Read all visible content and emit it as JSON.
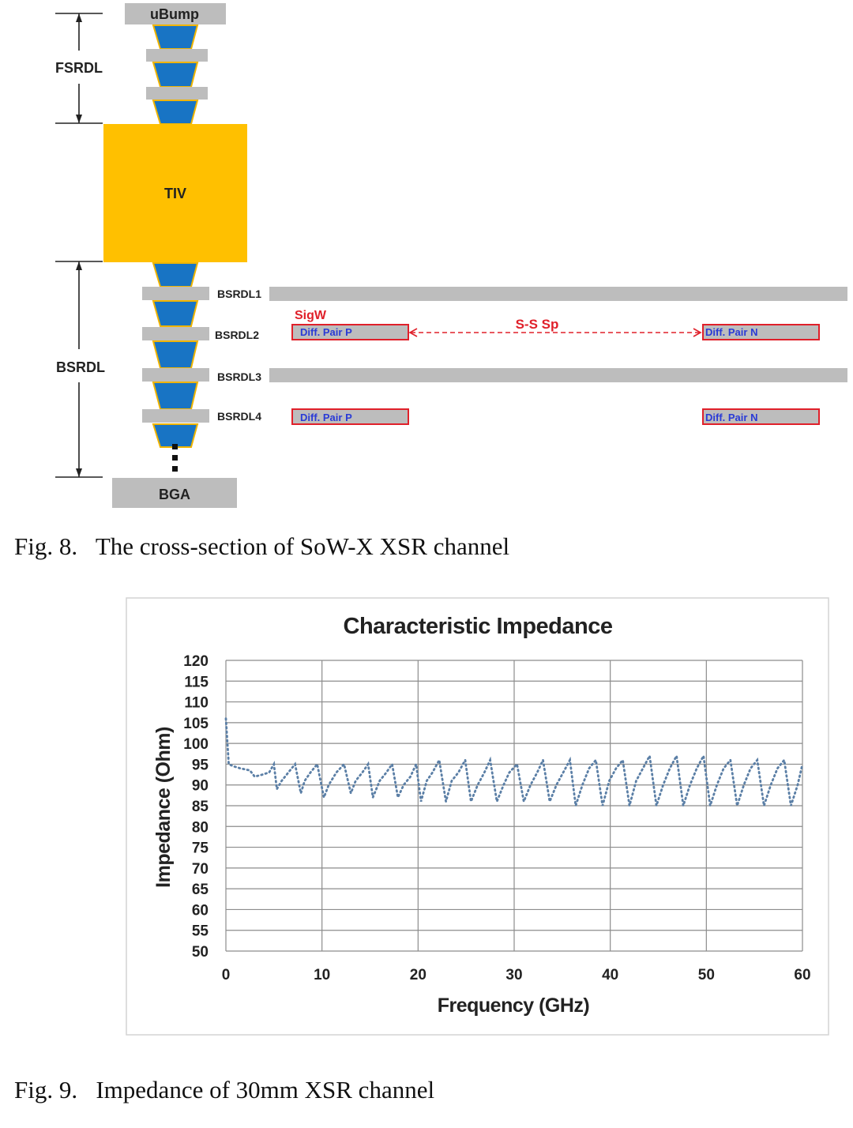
{
  "figure8": {
    "caption_num": "Fig. 8.",
    "caption_text": "The cross-section of SoW-X XSR channel",
    "labels": {
      "ubump": "uBump",
      "fsrdl": "FSRDL",
      "tiv": "TIV",
      "bsrdl": "BSRDL",
      "bga": "BGA",
      "bsrdl1": "BSRDL1",
      "bsrdl2": "BSRDL2",
      "bsrdl3": "BSRDL3",
      "bsrdl4": "BSRDL4",
      "sigw": "SigW",
      "ss_sp": "S-S Sp",
      "pair_p": "Diff. Pair P",
      "pair_n": "Diff. Pair N"
    },
    "colors": {
      "via_blue": "#1874c4",
      "via_outline": "#f0b400",
      "tiv_gold": "#ffc000",
      "pad_gray": "#bdbdbd",
      "red": "#e0202a",
      "pair_text": "#2a3bd6"
    }
  },
  "figure9": {
    "caption_num": "Fig. 9.",
    "caption_text": "Impedance of 30mm XSR channel",
    "chart_data": {
      "type": "line",
      "title": "Characteristic Impedance",
      "xlabel": "Frequency (GHz)",
      "ylabel": "Impedance (Ohm)",
      "xlim": [
        0,
        60
      ],
      "ylim": [
        50,
        120
      ],
      "xticks": [
        0,
        10,
        20,
        30,
        40,
        50,
        60
      ],
      "yticks": [
        50,
        55,
        60,
        65,
        70,
        75,
        80,
        85,
        90,
        95,
        100,
        105,
        110,
        115,
        120
      ],
      "grid": true,
      "line_style": "dotted",
      "color": "#5b7fa6",
      "series": [
        {
          "name": "",
          "x": [
            0,
            0.3,
            0.8,
            1.5,
            2.5,
            3,
            3.8,
            4.5,
            5,
            5.3,
            5.8,
            6.5,
            7.2,
            7.8,
            8.2,
            8.8,
            9.5,
            10.2,
            10.7,
            11.5,
            12.3,
            13,
            13.5,
            14.2,
            14.8,
            15.3,
            16,
            16.7,
            17.3,
            17.9,
            18.5,
            19.2,
            19.8,
            20.3,
            20.9,
            21.5,
            22.2,
            22.9,
            23.5,
            24.2,
            24.9,
            25.5,
            26.2,
            26.9,
            27.5,
            28.2,
            28.9,
            29.5,
            30.3,
            31,
            31.7,
            32.4,
            33,
            33.7,
            34.4,
            35.1,
            35.8,
            36.4,
            37.1,
            37.8,
            38.5,
            39.2,
            39.9,
            40.6,
            41.3,
            42,
            42.7,
            43.4,
            44.1,
            44.8,
            45.5,
            46.2,
            46.9,
            47.6,
            48.3,
            49,
            49.7,
            50.4,
            51.1,
            51.8,
            52.5,
            53.2,
            53.9,
            54.6,
            55.3,
            56,
            56.7,
            57.4,
            58.1,
            58.8,
            59.5,
            60
          ],
          "values": [
            106,
            95,
            94.5,
            94,
            93.5,
            92,
            92.5,
            93,
            95,
            89,
            91,
            93,
            95,
            88,
            91,
            93,
            95,
            87,
            90,
            93,
            95,
            88,
            91,
            93,
            95,
            87,
            91,
            93,
            95,
            87,
            90,
            92,
            95,
            86,
            91,
            93,
            96,
            86,
            91,
            93,
            96,
            86,
            90,
            93,
            96,
            86,
            90,
            93,
            95,
            86,
            90,
            93,
            96,
            86,
            90,
            93,
            96,
            85,
            90,
            94,
            96,
            85,
            91,
            94,
            96,
            85,
            91,
            94,
            97,
            85,
            90,
            94,
            97,
            85,
            90,
            94,
            97,
            85,
            90,
            94,
            96,
            85,
            90,
            94,
            96,
            85,
            90,
            94,
            96,
            85,
            90,
            95
          ]
        }
      ]
    }
  }
}
